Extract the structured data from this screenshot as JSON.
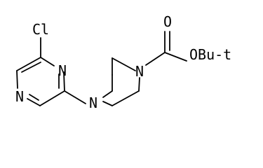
{
  "molecule": {
    "atoms": {
      "chlorine": "Cl",
      "pyrazine_n1": "N",
      "pyrazine_n4": "N",
      "piperazine_n1": "N",
      "piperazine_n4": "N",
      "carbonyl_oxygen": "O",
      "ester_group": "OBu-t"
    }
  }
}
